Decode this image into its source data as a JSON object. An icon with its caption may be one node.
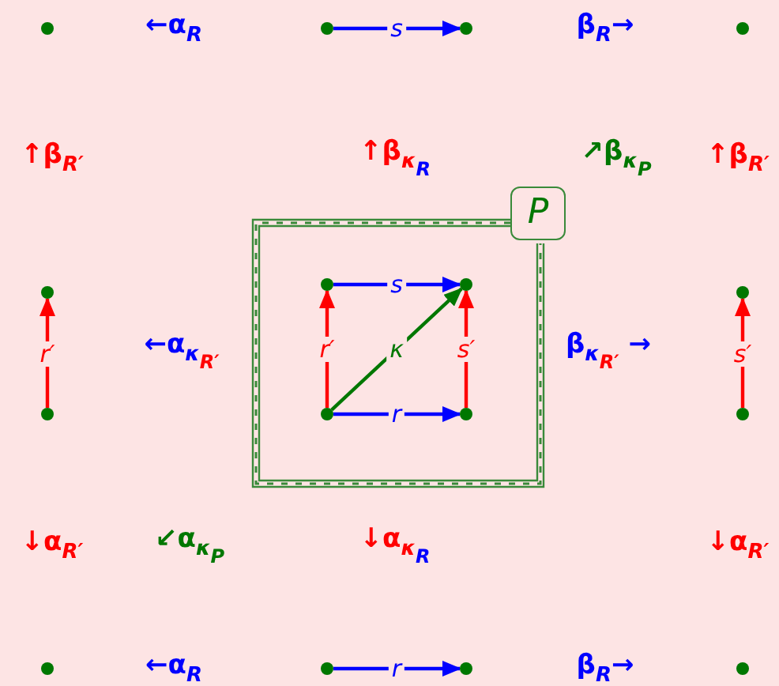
{
  "diagram": {
    "nodes": [
      {
        "text": [],
        "shape": "circle"
      },
      {
        "text": [],
        "shape": "circle"
      },
      {
        "text": [],
        "shape": "circle"
      },
      {
        "text": [],
        "shape": "circle"
      },
      {
        "text": [],
        "shape": "circle"
      },
      {
        "text": [],
        "shape": "circle"
      },
      {
        "text": [],
        "shape": "circle"
      },
      {
        "text": [],
        "shape": "circle"
      },
      {
        "text": [],
        "shape": "circle"
      },
      {
        "text": [],
        "shape": "circle"
      },
      {
        "text": [],
        "shape": "circle"
      },
      {
        "text": [],
        "shape": "circle"
      },
      {
        "text": [],
        "shape": "circle"
      },
      {
        "text": [],
        "shape": "circle"
      },
      {
        "text": [],
        "shape": "circle"
      },
      {
        "text": [],
        "shape": "circle"
      },
      {
        "text": [
          "P"
        ]
      }
    ],
    "edges": [
      {
        "from": 1,
        "to": 2,
        "arrow": "to",
        "label": "s",
        "color": "#0000ff"
      },
      {
        "from": 8,
        "to": 4,
        "arrow": "to",
        "label": "r′",
        "color": "#ff0000"
      },
      {
        "from": 5,
        "to": 6,
        "arrow": "to",
        "label": "s",
        "color": "#0000ff"
      },
      {
        "from": 9,
        "to": 5,
        "arrow": "to",
        "label": "r′",
        "color": "#ff0000"
      },
      {
        "from": 10,
        "to": 6,
        "arrow": "to",
        "label": "s′",
        "color": "#ff0000"
      },
      {
        "from": 9,
        "to": 6,
        "arrow": "to",
        "label": "κ",
        "color": "#007700"
      },
      {
        "from": 9,
        "to": 10,
        "arrow": "to",
        "label": "r",
        "color": "#0000ff"
      },
      {
        "from": 11,
        "to": 7,
        "arrow": "to",
        "label": "s′",
        "color": "#ff0000"
      },
      {
        "from": 13,
        "to": 14,
        "arrow": "to",
        "label": "r",
        "color": "#0000ff"
      }
    ],
    "labels": [
      "←α$_{R}$",
      "β$_{R}$→",
      "↑β$_{R′}$",
      "↑β$_{κ}$$_{R}$",
      "↗β$_{κ}$$_{P}$",
      "↑β$_{R′}$",
      "←α$_{κ}$$_{R′}$",
      "β$_{κ}$$_{R′}$ →",
      "↓α$_{R′}$",
      "↙α$_{κ}$$_{P}$",
      "↓α$_{κ}$$_{R}$",
      "↓α$_{R′}$",
      "←α$_{R}$",
      "β$_{R}$→"
    ]
  }
}
